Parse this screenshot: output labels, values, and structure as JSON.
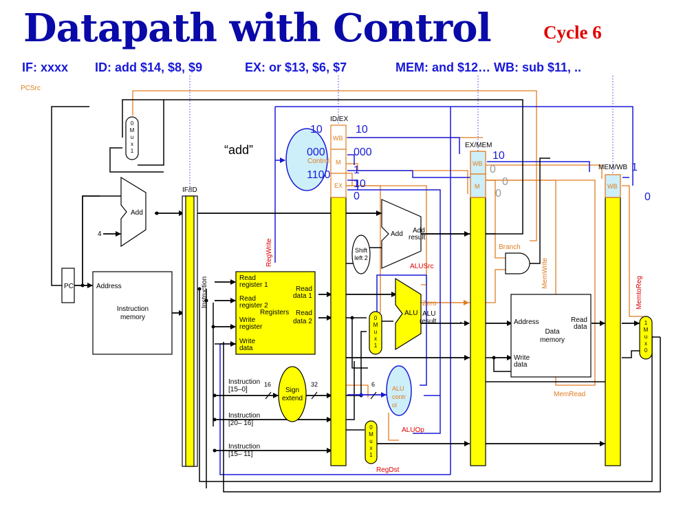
{
  "title": "Datapath with Control",
  "cycle": "Cycle 6",
  "stages": {
    "if": "IF: xxxx",
    "id": "ID: add $14, $8, $9",
    "ex": "EX: or $13, $6, $7",
    "mem": "MEM: and $12… WB: sub $11, .."
  },
  "pipeline_registers": {
    "ifid": "IF/ID",
    "idex": "ID/EX",
    "exmem": "EX/MEM",
    "memwb": "MEM/WB"
  },
  "field_labels": {
    "wb": "WB",
    "m": "M",
    "ex": "EX"
  },
  "blocks": {
    "pc": "PC",
    "add": "Add",
    "four": "4",
    "control": "Control",
    "add_result_add": "Add",
    "add_result_label": [
      "Add",
      "result"
    ],
    "shift_left": [
      "Shift",
      "left 2"
    ],
    "alu": "ALU",
    "zero": "Zero",
    "alu_result": [
      "ALU",
      "result"
    ],
    "alu_control": [
      "ALU",
      "contr",
      "ol"
    ],
    "sign_extend": [
      "Sign",
      "extend"
    ],
    "instruction_vertical": "Instruction",
    "mux_pc": [
      "0",
      "M",
      "u",
      "x",
      "1"
    ],
    "mux_alusrc": [
      "0",
      "M",
      "u",
      "x",
      "1"
    ],
    "mux_regdst": [
      "0",
      "M",
      "u",
      "x",
      "1"
    ],
    "mux_wb": [
      "1",
      "M",
      "u",
      "x",
      "0"
    ]
  },
  "instruction_memory": {
    "address": "Address",
    "label": [
      "Instruction",
      "memory"
    ]
  },
  "registers": {
    "read1": [
      "Read",
      "register 1"
    ],
    "read2": [
      "Read",
      "register 2"
    ],
    "write_reg": [
      "Write",
      "register"
    ],
    "write_data": [
      "Write",
      "data"
    ],
    "title": "Registers",
    "rd1": [
      "Read",
      "data 1"
    ],
    "rd2": [
      "Read",
      "data 2"
    ]
  },
  "data_memory": {
    "address": "Address",
    "read_data": [
      "Read",
      "data"
    ],
    "label": [
      "Data",
      "memory"
    ],
    "write_data": [
      "Write",
      "data"
    ]
  },
  "instr_fields": {
    "f15_0": [
      "Instruction",
      "[15–0]"
    ],
    "f20_16": [
      "Instruction",
      "[20– 16]"
    ],
    "f15_11": [
      "Instruction",
      "[15– 11]"
    ],
    "w16": "16",
    "w32": "32",
    "w6": "6"
  },
  "control_signals": {
    "pcsrc": "PCSrc",
    "regwrite": "RegWrite",
    "alusrc": "ALUSrc",
    "branch": "Branch",
    "memwrite": "MemWrite",
    "memtoreg": "MemtoReg",
    "memread": "MemRead",
    "aluop": "ALUOp",
    "regdst": "RegDst"
  },
  "values": {
    "id_instr": "“add”",
    "idex_wb_in": "10",
    "idex_m_in": "000",
    "idex_ex_in": "1100",
    "idex_wb_out": "10",
    "idex_m_out": "000",
    "idex_ex_a": "1",
    "idex_ex_b": "10",
    "idex_ex_c": "0",
    "exmem_wb_out": "10",
    "exmem_m_a": "0",
    "exmem_m_b": "0",
    "exmem_m_c": "0",
    "memwb_a": "1",
    "memwb_b": "0"
  },
  "colors": {
    "title": "#0a0aa8",
    "cycle": "#e00000",
    "stage_text": "#1818d8",
    "pipeline_yellow": "#ffff00",
    "control_blue": "#1818d8",
    "signal_orange": "#e07b20",
    "signal_red": "#e00000",
    "control_oval": "#cdeffa"
  }
}
